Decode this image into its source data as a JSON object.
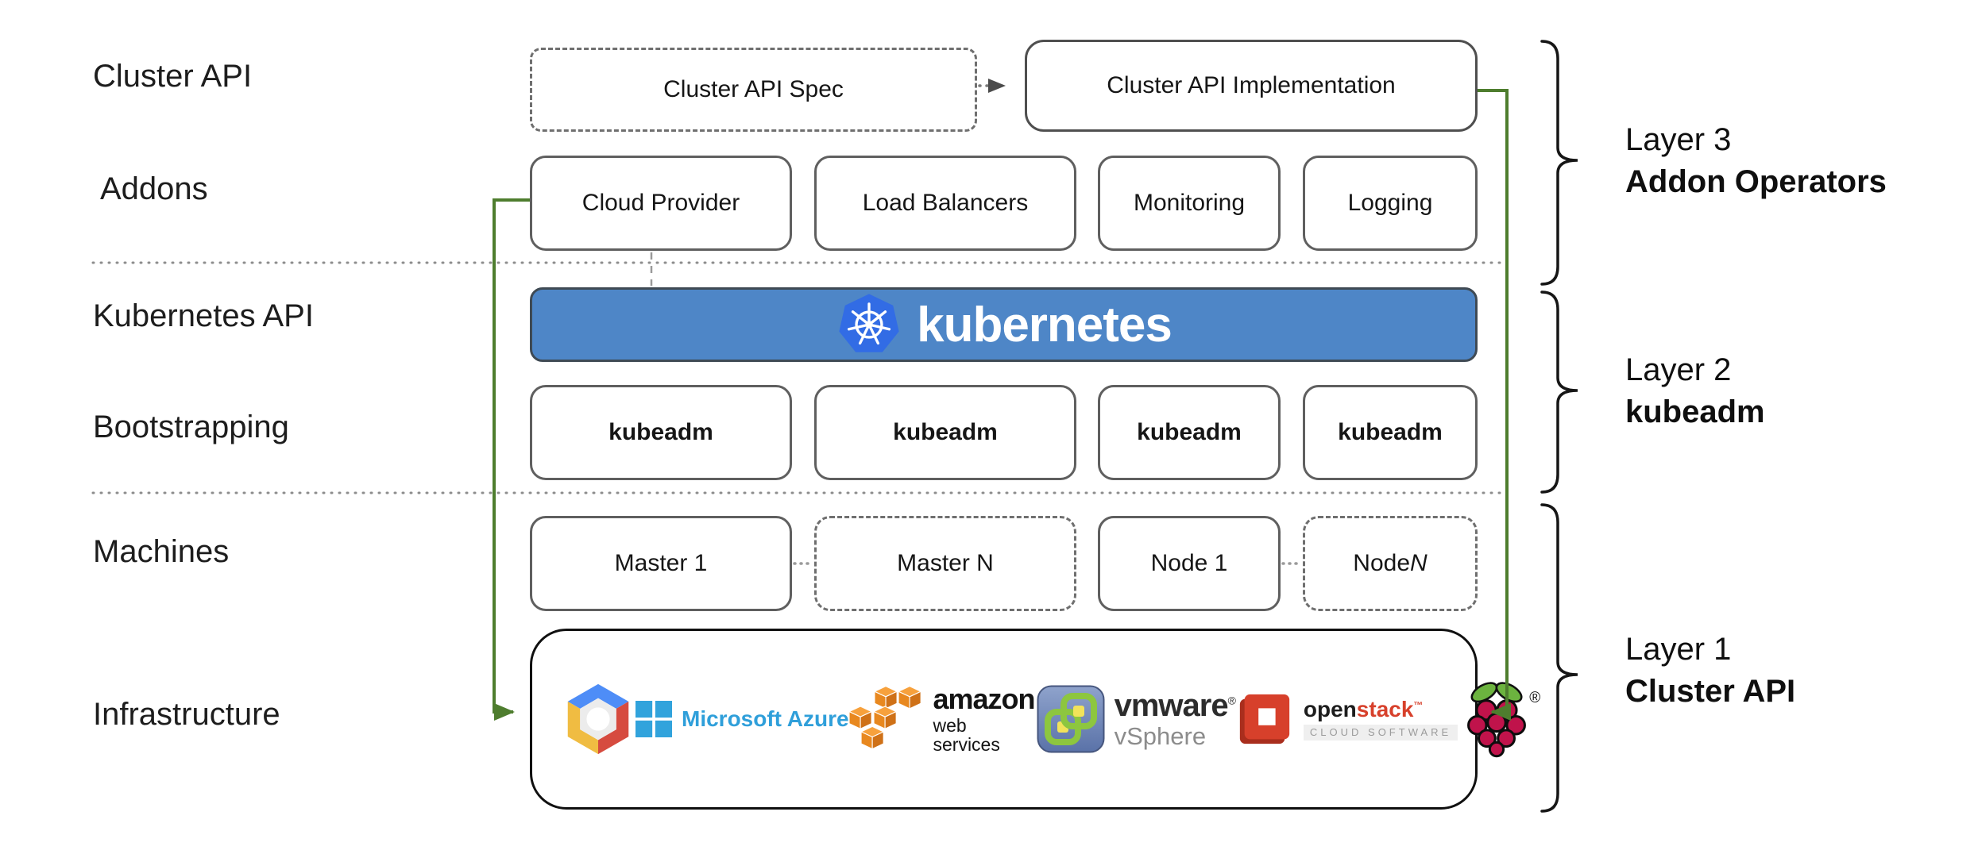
{
  "row_labels": {
    "cluster_api": "Cluster API",
    "addons": "Addons",
    "kubernetes_api": "Kubernetes API",
    "bootstrapping": "Bootstrapping",
    "machines": "Machines",
    "infrastructure": "Infrastructure"
  },
  "top_row": {
    "spec_label": "Cluster API Spec",
    "implementation_label": "Cluster API Implementation"
  },
  "addons": [
    "Cloud Provider",
    "Load Balancers",
    "Monitoring",
    "Logging"
  ],
  "kubernetes_banner": {
    "label": "kubernetes"
  },
  "bootstrapping_boxes": [
    "kubeadm",
    "kubeadm",
    "kubeadm",
    "kubeadm"
  ],
  "machines": [
    {
      "prefix": "Master 1",
      "suffix": ""
    },
    {
      "prefix": "Master N",
      "suffix": ""
    },
    {
      "prefix": "Node 1",
      "suffix": ""
    },
    {
      "prefix": "Node ",
      "suffix": "N"
    }
  ],
  "layers": [
    {
      "line1": "Layer 3",
      "line2": "Addon Operators"
    },
    {
      "line1": "Layer 2",
      "line2": "kubeadm"
    },
    {
      "line1": "Layer 1",
      "line2": "Cluster API"
    }
  ],
  "infrastructure_logos": {
    "gcp": {
      "name": "Google Cloud Platform"
    },
    "azure": {
      "text": "Microsoft Azure"
    },
    "aws": {
      "line1": "amazon",
      "line2": "web services"
    },
    "vmware": {
      "line1": "vmware",
      "reg": "®",
      "line2": "vSphere"
    },
    "openstack": {
      "part1": "open",
      "part2": "stack",
      "tm": "™",
      "subtext": "CLOUD SOFTWARE"
    },
    "raspberry_pi": {
      "reg": "®"
    }
  },
  "colors": {
    "connector_green": "#4e7d2e",
    "banner_blue": "#4e86c7",
    "kubernetes_logo_blue": "#326ce5",
    "azure_blue": "#2f9fda",
    "aws_orange": "#e8881f",
    "vmware_green": "#8dc63f",
    "openstack_red": "#d7402b",
    "raspberry_crimson": "#c0134b",
    "leaf_green": "#6cb33f",
    "box_border_gray": "#5f5f5f"
  }
}
